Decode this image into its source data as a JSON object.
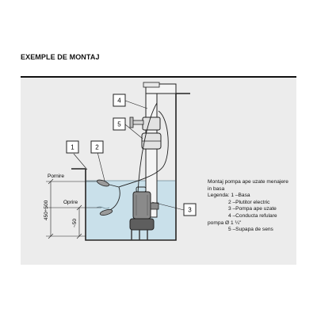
{
  "heading": "EXEMPLE DE MONTAJ",
  "callouts": [
    "1",
    "2",
    "3",
    "4",
    "5"
  ],
  "labels": {
    "start_level": "Pornire",
    "stop_level": "Oprire",
    "range_dim": "450÷500",
    "min_dim": "~50"
  },
  "legend": {
    "title_line1": "Montaj pompa ape uzate menajere",
    "title_line2": "in basa",
    "items": [
      "Legenda: 1 –Basa",
      "2 –Plutitor electric",
      "3 –Pompa  ape uzate",
      "4 –Conducta refulare",
      "pompa Ø 1 ¼\"",
      "5 –Supapa de sens"
    ]
  }
}
